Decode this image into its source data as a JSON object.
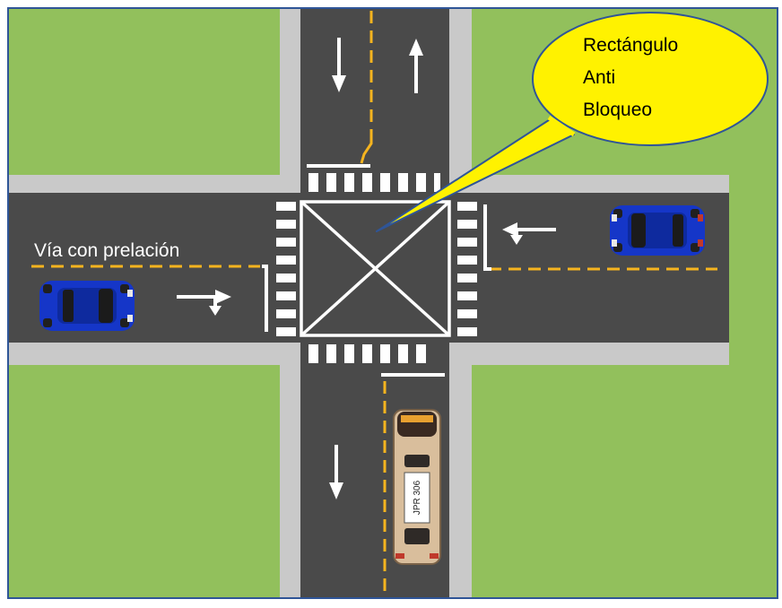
{
  "diagram": {
    "road_label": "Vía con prelación",
    "callout_lines": [
      "Rectángulo",
      "Anti",
      "Bloqueo"
    ],
    "bus_plate": "JPR 306",
    "colors": {
      "grass": "#92C05C",
      "sidewalk": "#C9C9C9",
      "asphalt": "#4A4A4A",
      "lane_line": "#F5B41F",
      "marking": "#FFFFFF",
      "callout_fill": "#FFF200",
      "callout_stroke": "#2F5597",
      "frame": "#2F5597",
      "car_body": "#1536C8",
      "bus_body": "#D9BE9C"
    },
    "icons": [
      "car-icon",
      "bus-icon",
      "straight-arrow-icon",
      "turn-arrow-icon"
    ]
  }
}
